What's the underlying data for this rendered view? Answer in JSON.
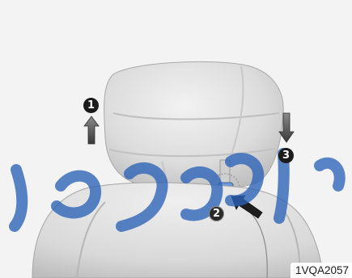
{
  "figure": {
    "code": "1VQA2057",
    "steps": [
      "1",
      "2",
      "3"
    ],
    "colors": {
      "seat": "#d9d9d9",
      "background": "#f3f3f3",
      "arrow": "#4a4a4a",
      "watermark": "#2b63b8"
    }
  }
}
